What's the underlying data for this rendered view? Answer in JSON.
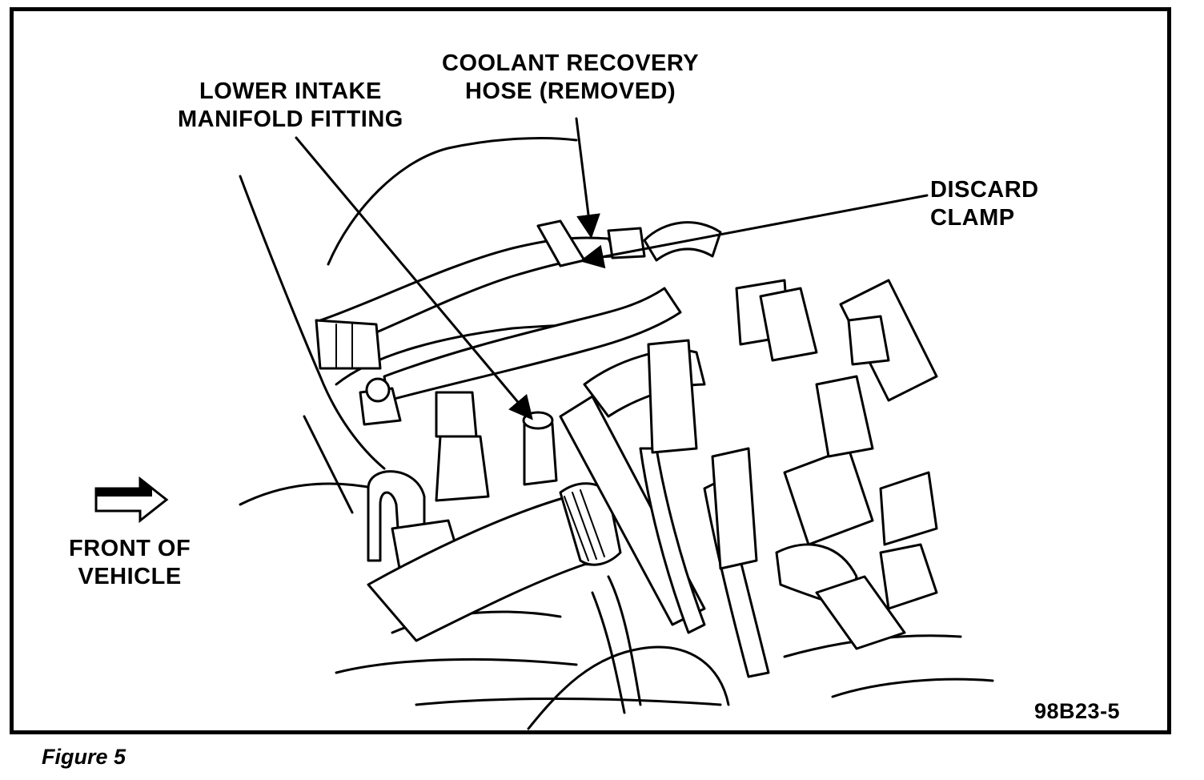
{
  "figure": {
    "caption": "Figure 5",
    "code": "98B23-5"
  },
  "labels": {
    "coolant_recovery_hose": {
      "line1": "COOLANT RECOVERY",
      "line2": "HOSE (REMOVED)"
    },
    "lower_intake_fitting": {
      "line1": "LOWER INTAKE",
      "line2": "MANIFOLD FITTING"
    },
    "discard_clamp": {
      "line1": "DISCARD",
      "line2": "CLAMP"
    },
    "front_of_vehicle": {
      "line1": "FRONT OF",
      "line2": "VEHICLE"
    }
  },
  "icons": {
    "direction_arrow": "front-arrow-icon"
  },
  "colors": {
    "ink": "#000000",
    "paper": "#ffffff"
  }
}
